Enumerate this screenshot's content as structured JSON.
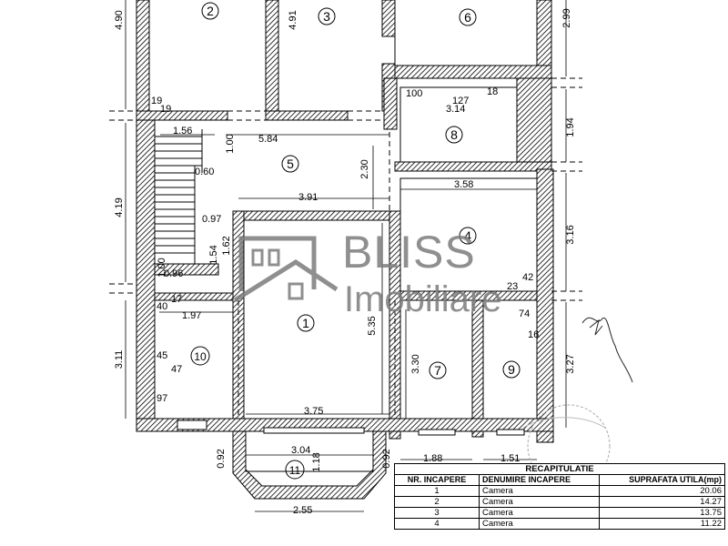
{
  "rooms": [
    "1",
    "2",
    "3",
    "4",
    "5",
    "6",
    "7",
    "8",
    "9",
    "10",
    "11"
  ],
  "dims": [
    "4.90",
    "4.91",
    "2.99",
    "19",
    "19",
    "100",
    "127",
    "18",
    "3.14",
    "1.94",
    "1.56",
    "1.00",
    "5.84",
    "0.60",
    "2.30",
    "3.91",
    "3.58",
    "4.19",
    "0.97",
    "1.62",
    "1.54",
    "1.00",
    "0.96",
    "3.16",
    "42",
    "23",
    "17",
    "40",
    "1.97",
    "74",
    "16",
    "5.35",
    "3.11",
    "45",
    "47",
    "3.30",
    "3.27",
    "97",
    "3.75",
    "0.92",
    "3.04",
    "1.18",
    "0.92",
    "1.88",
    "1.51",
    "2.55"
  ],
  "watermark": {
    "line1": "BLISS",
    "line2": "Imobiliare"
  },
  "recap": {
    "title": "RECAPITULATIE",
    "headers": [
      "NR. INCAPERE",
      "DENUMIRE INCAPERE",
      "SUPRAFATA UTILA(mp)"
    ],
    "rows": [
      {
        "nr": "1",
        "name": "Camera",
        "area": "20.06"
      },
      {
        "nr": "2",
        "name": "Camera",
        "area": "14.27"
      },
      {
        "nr": "3",
        "name": "Camera",
        "area": "13.75"
      },
      {
        "nr": "4",
        "name": "Camera",
        "area": "11.22"
      }
    ]
  },
  "colors": {
    "wall_hatch": "#000000",
    "watermark": "#7c7c7c",
    "paper": "#ffffff"
  }
}
